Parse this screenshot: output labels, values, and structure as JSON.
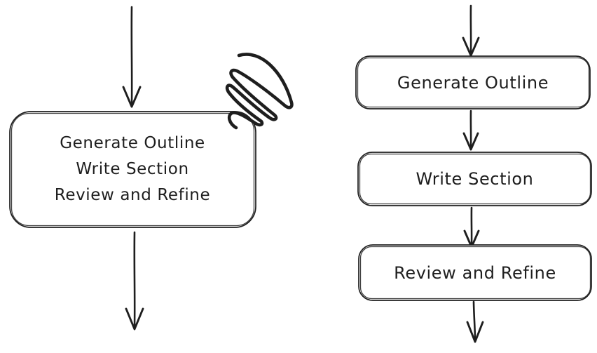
{
  "canvas": {
    "background": "#ffffff",
    "stroke_color": "#1e1e1e"
  },
  "left_flow": {
    "description": "single combined node",
    "box": {
      "lines": [
        "Generate Outline",
        "Write Section",
        "Review and Refine"
      ]
    },
    "annotation": {
      "scribble": "scratch-out-scribble"
    },
    "arrows": [
      "arrow-down-into-box",
      "arrow-down-out-of-box"
    ]
  },
  "right_flow": {
    "description": "three sequential nodes",
    "boxes": [
      {
        "label": "Generate Outline"
      },
      {
        "label": "Write Section"
      },
      {
        "label": "Review and Refine"
      }
    ],
    "arrows": [
      "arrow-down-into-first",
      "arrow-between-1-2",
      "arrow-between-2-3",
      "arrow-down-out-of-last"
    ]
  }
}
